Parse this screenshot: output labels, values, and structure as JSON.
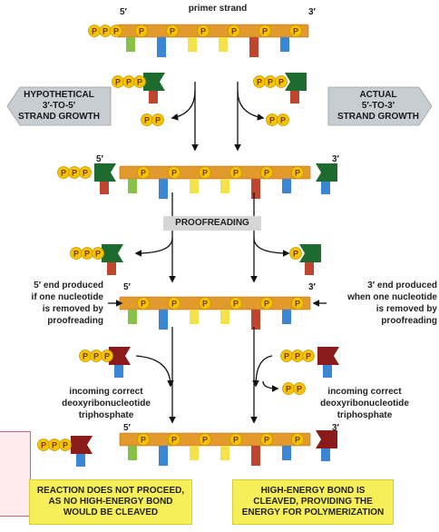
{
  "labels": {
    "primer_strand": "primer strand",
    "hypothetical": "HYPOTHETICAL\n3′-TO-5′\nSTRAND GROWTH",
    "actual": "ACTUAL\n5′-TO-3′\nSTRAND GROWTH",
    "proofreading": "PROOFREADING",
    "five_end_produced": "5′ end produced\nif one nucleotide\nis removed by\nproofreading",
    "three_end_produced": "3′ end produced\nwhen one nucleotide\nis removed by\nproofreading",
    "incoming_left": "incoming correct\ndeoxyribonucleotide\ntriphosphate",
    "incoming_right": "incoming correct\ndeoxyribonucleotide\ntriphosphate",
    "reaction_not_proceed": "REACTION DOES NOT PROCEED,\nAS NO HIGH-ENERGY BOND\nWOULD BE CLEAVED",
    "bond_cleaved": "HIGH-ENERGY BOND IS\nCLEAVED, PROVIDING THE\nENERGY FOR POLYMERIZATION",
    "five_prime": "5′",
    "three_prime": "3′",
    "phosphate": "P"
  },
  "colors": {
    "backbone": "#e39a2c",
    "phosphate": "#f5c400",
    "base_green": "#88c04a",
    "base_blue": "#3a86d4",
    "base_yellow": "#f4e24a",
    "base_red": "#c0452f",
    "dark_green": "#1e6b30",
    "dark_red": "#8b1a1a",
    "arrow_box": "#c8cdd2",
    "yellow_box": "#f6ef5a"
  }
}
